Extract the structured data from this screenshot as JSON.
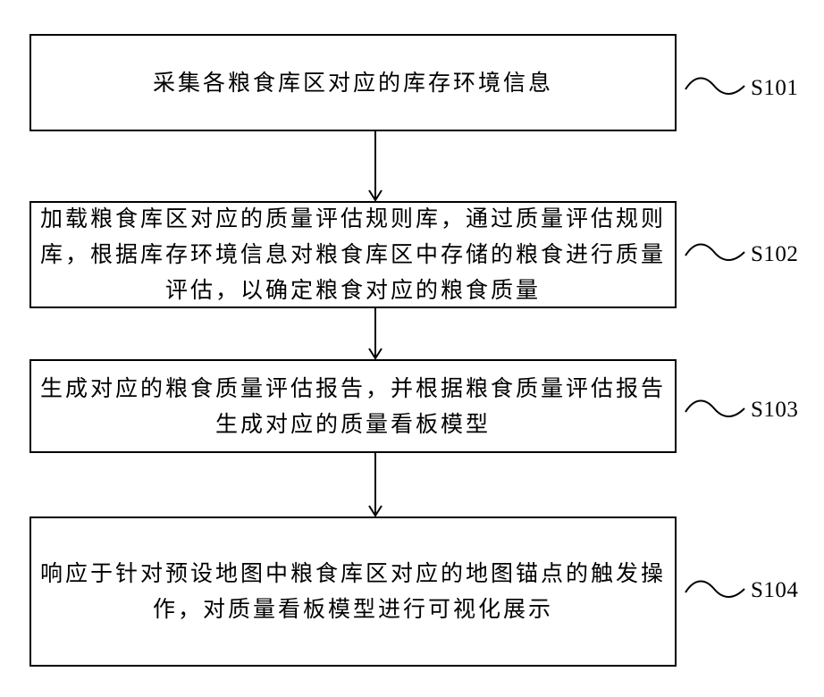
{
  "steps": [
    {
      "id": "S101",
      "text": "采集各粮食库区对应的库存环境信息"
    },
    {
      "id": "S102",
      "text": "加载粮食库区对应的质量评估规则库，通过质量评估规则库，根据库存环境信息对粮食库区中存储的粮食进行质量评估，以确定粮食对应的粮食质量"
    },
    {
      "id": "S103",
      "text": "生成对应的粮食质量评估报告，并根据粮食质量评估报告生成对应的质量看板模型"
    },
    {
      "id": "S104",
      "text": "响应于针对预设地图中粮食库区对应的地图锚点的触发操作，对质量看板模型进行可视化展示"
    }
  ]
}
